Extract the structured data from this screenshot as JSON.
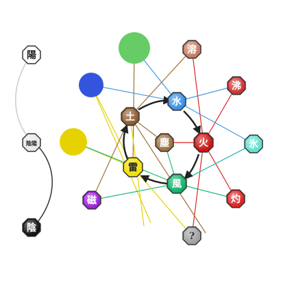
{
  "nodes": {
    "yang": {
      "glyph": "陽",
      "fill": "#ffffff",
      "text": "#222222"
    },
    "yinyang": {
      "glyph": "陰陽",
      "fill": "#e8e8e8",
      "text": "#222222"
    },
    "yin": {
      "glyph": "陰",
      "fill": "#111111",
      "text": "#ffffff"
    },
    "earth": {
      "glyph": "土",
      "fill": "#8b5a2b",
      "text": "#ffffff"
    },
    "water": {
      "glyph": "水",
      "fill": "#3a8ee6",
      "text": "#ffffff"
    },
    "fire": {
      "glyph": "火",
      "fill": "#cc1111",
      "text": "#ffffff"
    },
    "wind": {
      "glyph": "風",
      "fill": "#12b06a",
      "text": "#ffffff"
    },
    "lightning": {
      "glyph": "雷",
      "fill": "#f2e000",
      "text": "#222222"
    },
    "center": {
      "glyph": "塵",
      "fill": "#9c7040",
      "text": "#ffffff"
    },
    "lava": {
      "glyph": "溶",
      "fill": "#c87a60",
      "text": "#ffffff"
    },
    "boil": {
      "glyph": "沸",
      "fill": "#d03030",
      "text": "#ffffff"
    },
    "ice": {
      "glyph": "氷",
      "fill": "#60e0d0",
      "text": "#ffffff"
    },
    "scorch": {
      "glyph": "灼",
      "fill": "#dd2222",
      "text": "#ffffff"
    },
    "magnet": {
      "glyph": "磁",
      "fill": "#9a20d8",
      "text": "#ffffff"
    },
    "unknown": {
      "glyph": "?",
      "fill": "#a0a0a0",
      "text": "#333333"
    }
  },
  "colors": {
    "green_circle": "#66cc66",
    "blue_circle": "#3355dd",
    "yellow_circle": "#e6d200",
    "line_brown": "#a0703a",
    "line_blue": "#4499dd",
    "line_yellow": "#e6d200",
    "line_green": "#22bb77",
    "line_red": "#dd2222",
    "line_teal": "#33bbaa",
    "arrow": "#222222",
    "yinyang_line_light": "#cccccc",
    "yinyang_line_dark": "#333333"
  }
}
